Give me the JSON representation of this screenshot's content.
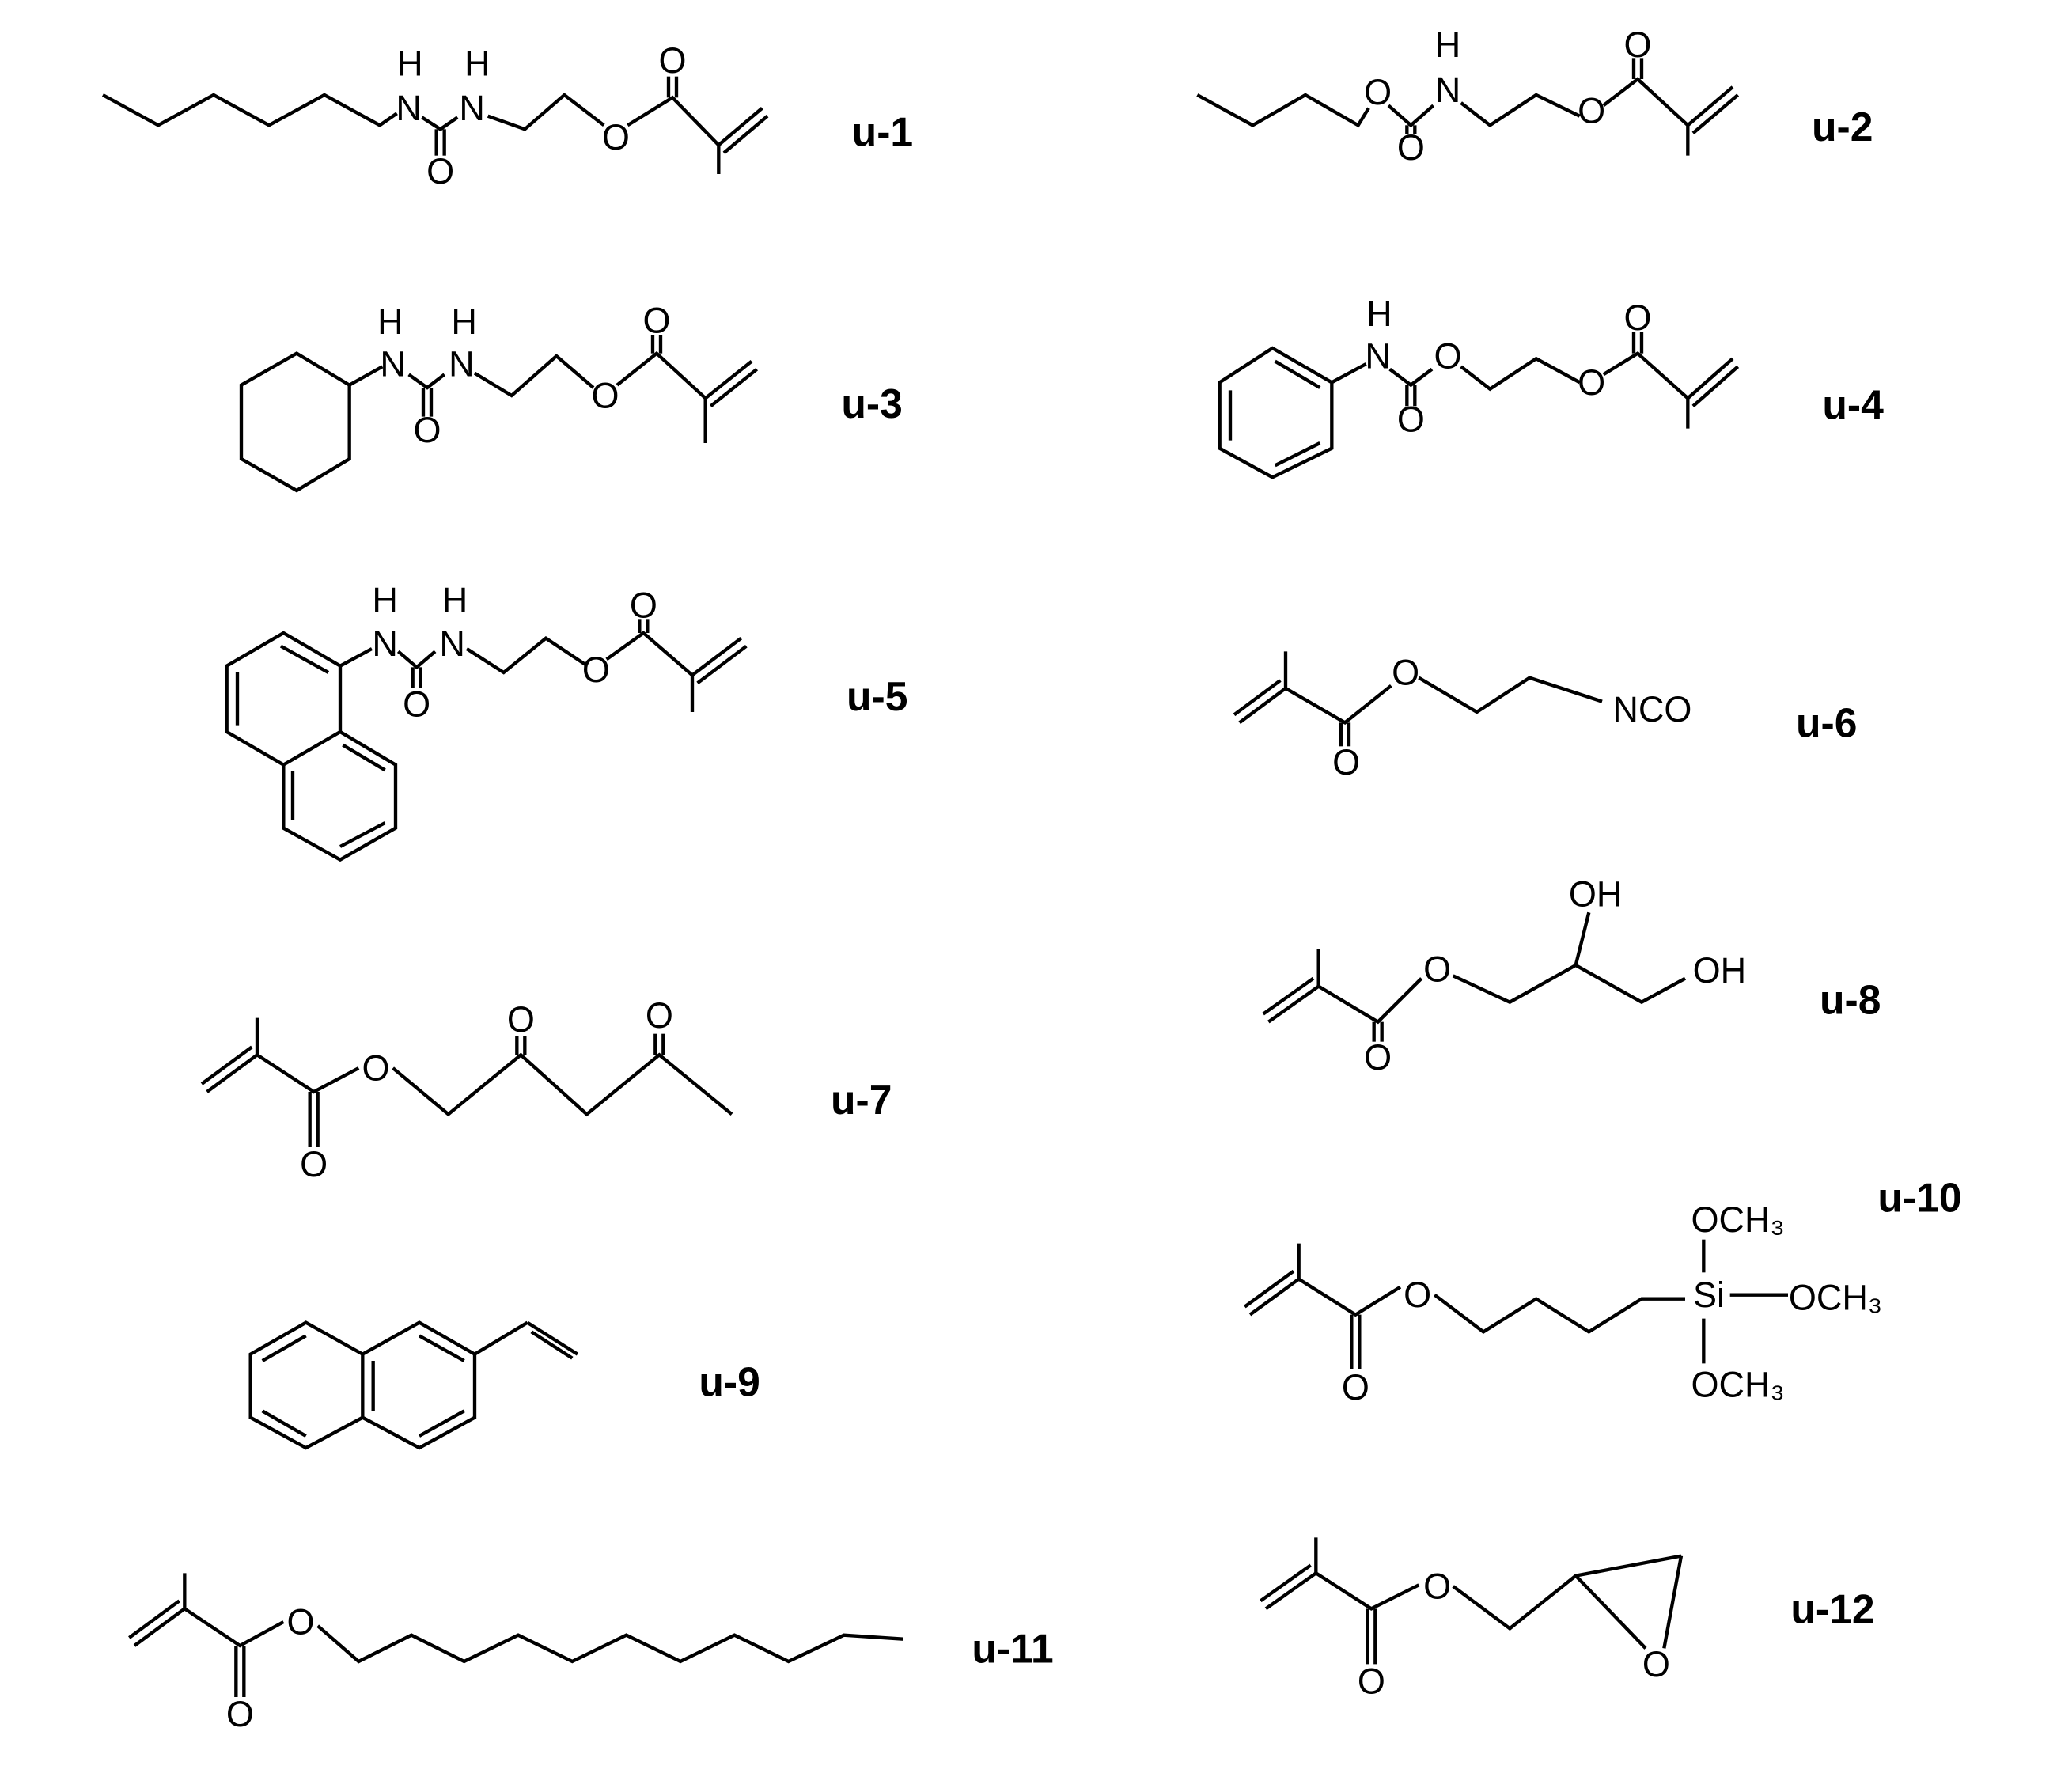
{
  "molecules": [
    {
      "label": "u-1",
      "atoms": [
        "H",
        "H",
        "N",
        "N",
        "O",
        "O",
        "O"
      ]
    },
    {
      "label": "u-2",
      "atoms": [
        "H",
        "O",
        "N",
        "O",
        "O",
        "O"
      ]
    },
    {
      "label": "u-3",
      "atoms": [
        "H",
        "H",
        "N",
        "N",
        "O",
        "O",
        "O"
      ]
    },
    {
      "label": "u-4",
      "atoms": [
        "H",
        "N",
        "O",
        "O",
        "O",
        "O"
      ]
    },
    {
      "label": "u-5",
      "atoms": [
        "H",
        "H",
        "N",
        "N",
        "O",
        "O",
        "O"
      ]
    },
    {
      "label": "u-6",
      "atoms": [
        "O",
        "O",
        "NCO"
      ]
    },
    {
      "label": "u-7",
      "atoms": [
        "O",
        "O",
        "O",
        "O"
      ]
    },
    {
      "label": "u-8",
      "atoms": [
        "O",
        "O",
        "OH",
        "OH"
      ]
    },
    {
      "label": "u-9",
      "atoms": []
    },
    {
      "label": "u-10",
      "atoms": [
        "O",
        "O",
        "Si",
        "OCH₃",
        "OCH₃",
        "OCH₃"
      ]
    },
    {
      "label": "u-11",
      "atoms": [
        "O",
        "O"
      ]
    },
    {
      "label": "u-12",
      "atoms": [
        "O",
        "O",
        "O"
      ]
    }
  ]
}
